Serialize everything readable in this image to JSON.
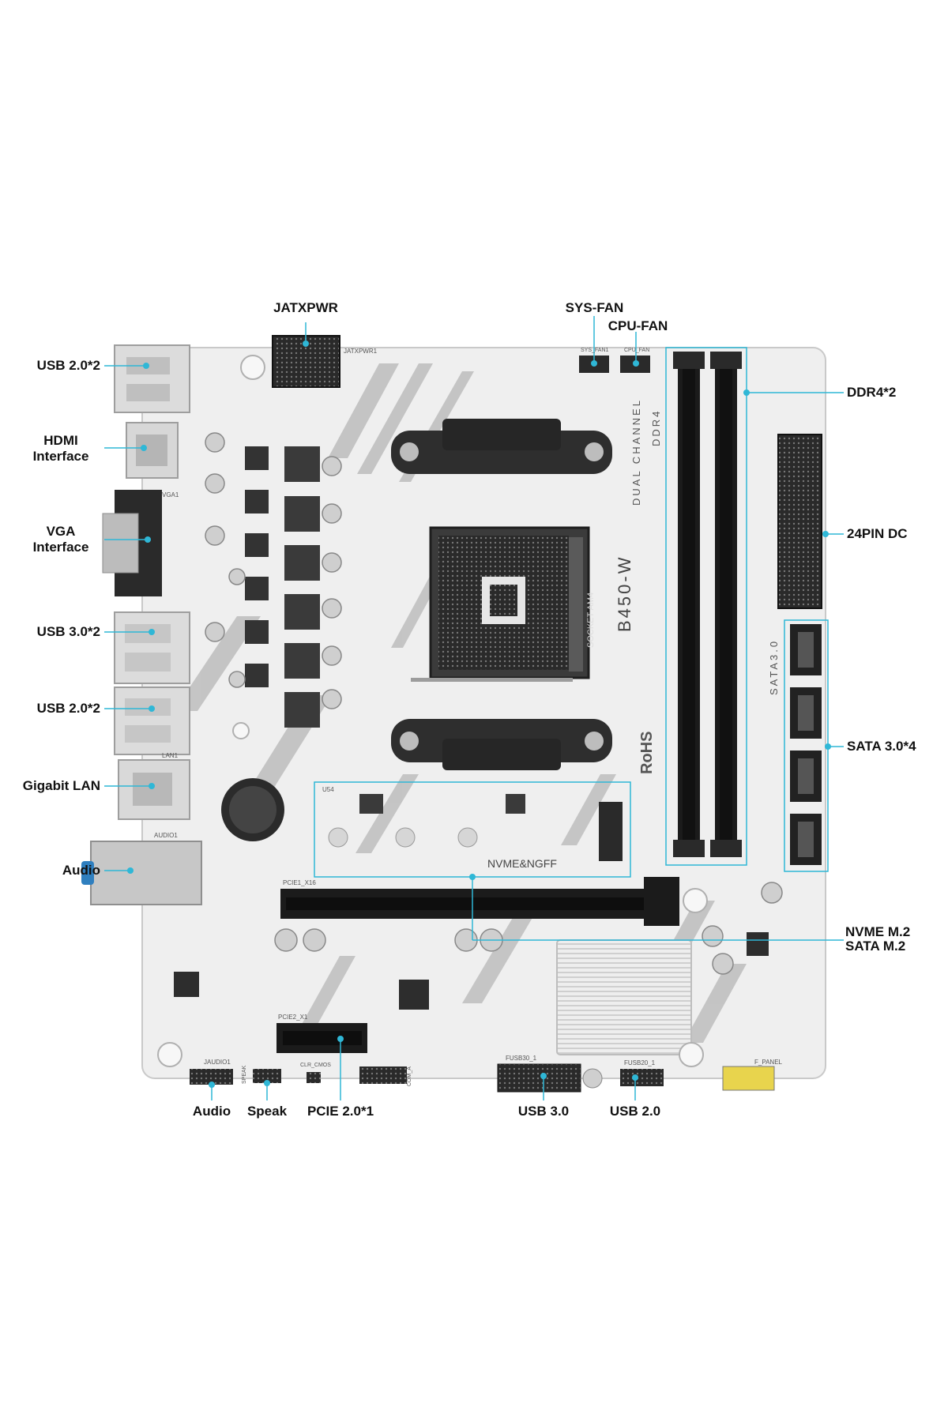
{
  "colors": {
    "callout": "#2fb7d6",
    "board": "#ececec",
    "slot": "#1b1b1b",
    "label": "#111111",
    "stripe": "#b9b9b9"
  },
  "labels": {
    "jatxpwr": "JATXPWR",
    "sys_fan": "SYS-FAN",
    "cpu_fan": "CPU-FAN",
    "ddr4": "DDR4*2",
    "pin24": "24PIN DC",
    "sata": "SATA 3.0*4",
    "nvme": "NVME  M.2",
    "sata_m2": "SATA  M.2",
    "usb20_top": "USB 2.0*2",
    "hdmi_1": "HDMI",
    "hdmi_2": "Interface",
    "vga_1": "VGA",
    "vga_2": "Interface",
    "usb30": "USB 3.0*2",
    "usb20_mid": "USB 2.0*2",
    "lan": "Gigabit LAN",
    "audio_rear": "Audio",
    "audio_front": "Audio",
    "speak": "Speak",
    "pcie": "PCIE 2.0*1",
    "usb30_header": "USB 3.0",
    "usb20_header": "USB 2.0"
  },
  "silkscreen": {
    "model": "B450-W",
    "dual_channel": "DUAL CHANNEL",
    "ddr4": "DDR4",
    "rohs": "RoHS",
    "nvme_ngff": "NVME&NGFF",
    "sata30": "SATA3.0",
    "socket": "SOCKET AM4",
    "jatxpwr1": "JATXPWR1",
    "sys_fan1": "SYS_FAN1",
    "cpu_fan": "CPU_FAN",
    "pcie1": "PCIE1_X16",
    "pcie2": "PCIE2_X1",
    "fusb30": "FUSB30_1",
    "fusb20": "FUSB20_1",
    "jaudio1": "JAUDIO1",
    "f_panel": "F_PANEL",
    "clr_cmos": "CLR_CMOS",
    "speak": "SPEAK",
    "audio1": "AUDIO1",
    "lan1": "LAN1",
    "vga1": "VGA1",
    "u54": "U54",
    "com": "COM_A"
  }
}
